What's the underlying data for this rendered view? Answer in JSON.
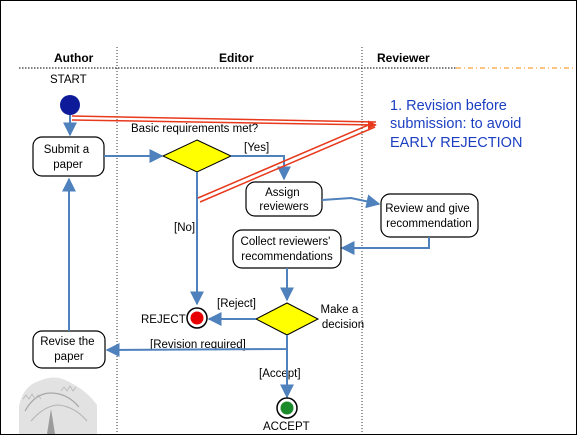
{
  "lanes": {
    "author": "Author",
    "editor": "Editor",
    "reviewer": "Reviewer"
  },
  "nodes": {
    "start": "START",
    "submit_paper": [
      "Submit a",
      "paper"
    ],
    "requirements_question": "Basic requirements met?",
    "assign_reviewers": [
      "Assign",
      "reviewers"
    ],
    "review_recommendation": [
      "Review and give",
      "recommendation"
    ],
    "collect_recommendations": [
      "Collect reviewers'",
      "recommendations"
    ],
    "make_decision": [
      "Make a",
      "decision"
    ],
    "revise_paper": [
      "Revise the",
      "paper"
    ],
    "reject": "REJECT",
    "accept": "ACCEPT"
  },
  "edge_labels": {
    "yes": "[Yes]",
    "no": "[No]",
    "reject": "[Reject]",
    "revision_required": "[Revision required]",
    "accept": "[Accept]"
  },
  "callout": [
    "1. Revision before",
    "submission: to avoid",
    "EARLY REJECTION"
  ],
  "colors": {
    "flow_arrow": "#4f81bd",
    "start_node": "#0d1b9a",
    "decision": "#ffff00",
    "callout_arrow": "#e8391c",
    "callout_text": "#1c3fc2",
    "reject_node": "#e60000",
    "accept_node": "#1a8a2a"
  }
}
